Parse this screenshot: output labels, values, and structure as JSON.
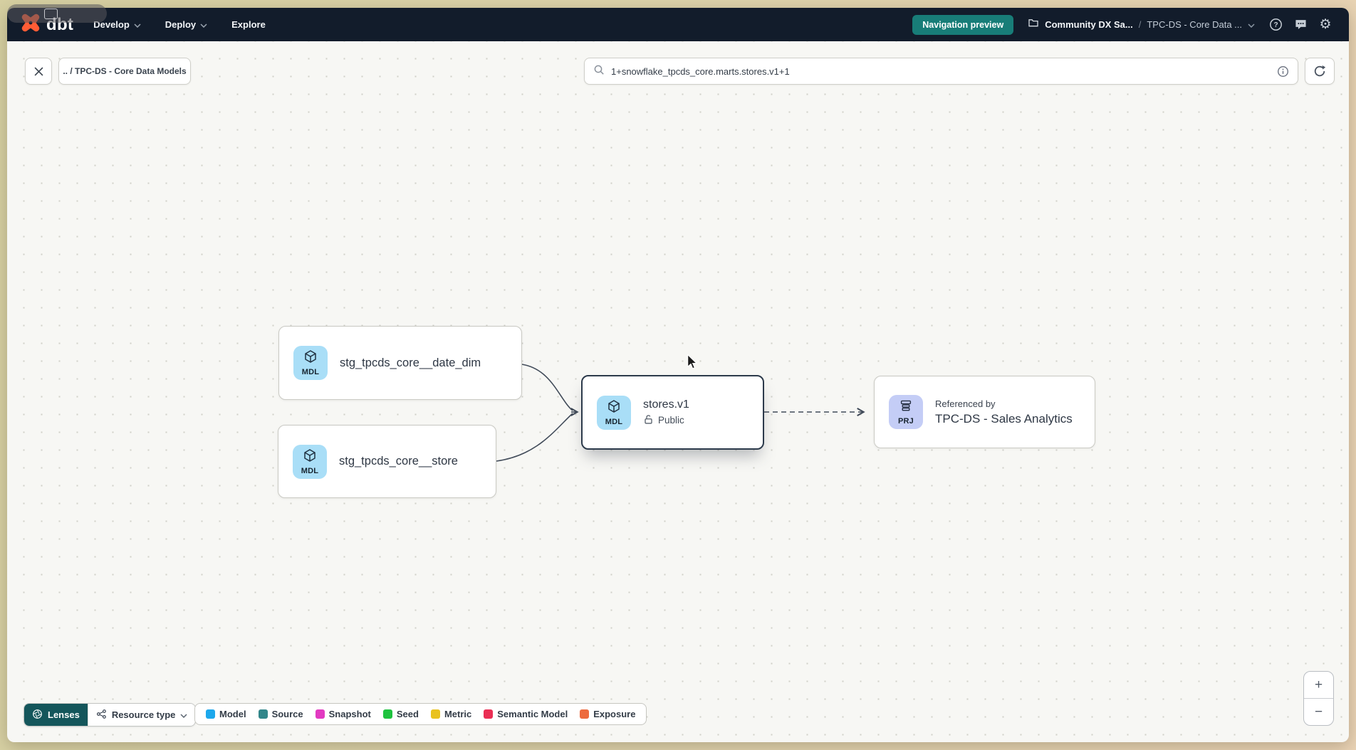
{
  "navbar": {
    "logo_text": "dbt",
    "menu_items": [
      {
        "label": "Develop"
      },
      {
        "label": "Deploy"
      },
      {
        "label": "Explore"
      }
    ],
    "preview_badge_label": "Navigation preview",
    "breadcrumb": {
      "project": "Community DX Sa...",
      "separator": "/",
      "page": "TPC-DS - Core Data ..."
    }
  },
  "toolbar": {
    "breadcrumb_chip": ".. / TPC-DS - Core Data Models",
    "search_value": "1+snowflake_tpcds_core.marts.stores.v1+1"
  },
  "graph": {
    "nodes": {
      "date_dim": {
        "badge": "MDL",
        "label": "stg_tpcds_core__date_dim"
      },
      "store": {
        "badge": "MDL",
        "label": "stg_tpcds_core__store"
      },
      "stores_v1": {
        "badge": "MDL",
        "label": "stores.v1",
        "access": "Public"
      },
      "sales_analytics": {
        "badge": "PRJ",
        "caption": "Referenced by",
        "label": "TPC-DS - Sales Analytics"
      }
    }
  },
  "footer": {
    "lenses_label": "Lenses",
    "resource_type_label": "Resource type",
    "legend": [
      {
        "label": "Model",
        "color": "#1da8ec"
      },
      {
        "label": "Source",
        "color": "#32868a"
      },
      {
        "label": "Snapshot",
        "color": "#e23ac1"
      },
      {
        "label": "Seed",
        "color": "#1ec23e"
      },
      {
        "label": "Metric",
        "color": "#e9c21f"
      },
      {
        "label": "Semantic Model",
        "color": "#ea2e54"
      },
      {
        "label": "Exposure",
        "color": "#ed6b3e"
      }
    ]
  },
  "zoom_controls": {
    "zoom_in_label": "+",
    "zoom_out_label": "−"
  },
  "colors": {
    "navbar_bg": "#121c2b",
    "accent_teal": "#187d78",
    "lenses_teal": "#14565b",
    "brand_orange": "#ff5c35",
    "selected_node_border": "#2c3a4b",
    "model_badge_bg": "#a9def7",
    "project_badge_bg": "#c4cdf6",
    "edge_color": "#414b59"
  }
}
